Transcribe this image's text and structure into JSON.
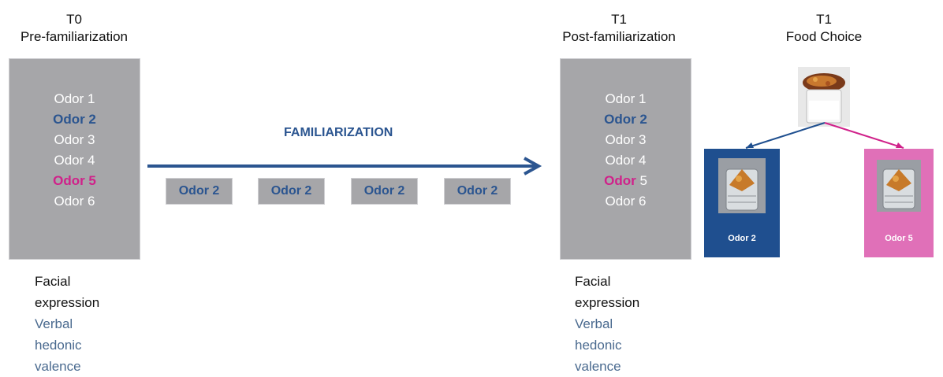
{
  "columns": {
    "t0": {
      "time": "T0",
      "phase": "Pre-familiarization"
    },
    "t1_post": {
      "time": "T1",
      "phase": "Post-familiarization"
    },
    "t1_food": {
      "time": "T1",
      "phase": "Food Choice"
    }
  },
  "pre_odors": [
    "Odor 1",
    "Odor 2",
    "Odor 3",
    "Odor 4",
    "Odor 5",
    "Odor 6"
  ],
  "post_odors": [
    "Odor 1",
    "Odor 2",
    "Odor 3",
    "Odor 4",
    "Odor",
    "5",
    "Odor 6"
  ],
  "familiarization": {
    "label": "FAMILIARIZATION",
    "chips": [
      "Odor 2",
      "Odor 2",
      "Odor 2",
      "Odor 2"
    ]
  },
  "measures": {
    "line1": "Facial",
    "line2": "expression",
    "line3": "Verbal",
    "line4": "hedonic",
    "line5": "valence"
  },
  "food_choice": {
    "left_label": "Odor 2",
    "right_label": "Odor 5"
  },
  "colors": {
    "panel_gray": "#a6a6a9",
    "target_blue": "#2b5590",
    "contrast_magenta": "#d0218a",
    "choice_blue": "#1f4f8f",
    "choice_pink": "#e070b8"
  }
}
